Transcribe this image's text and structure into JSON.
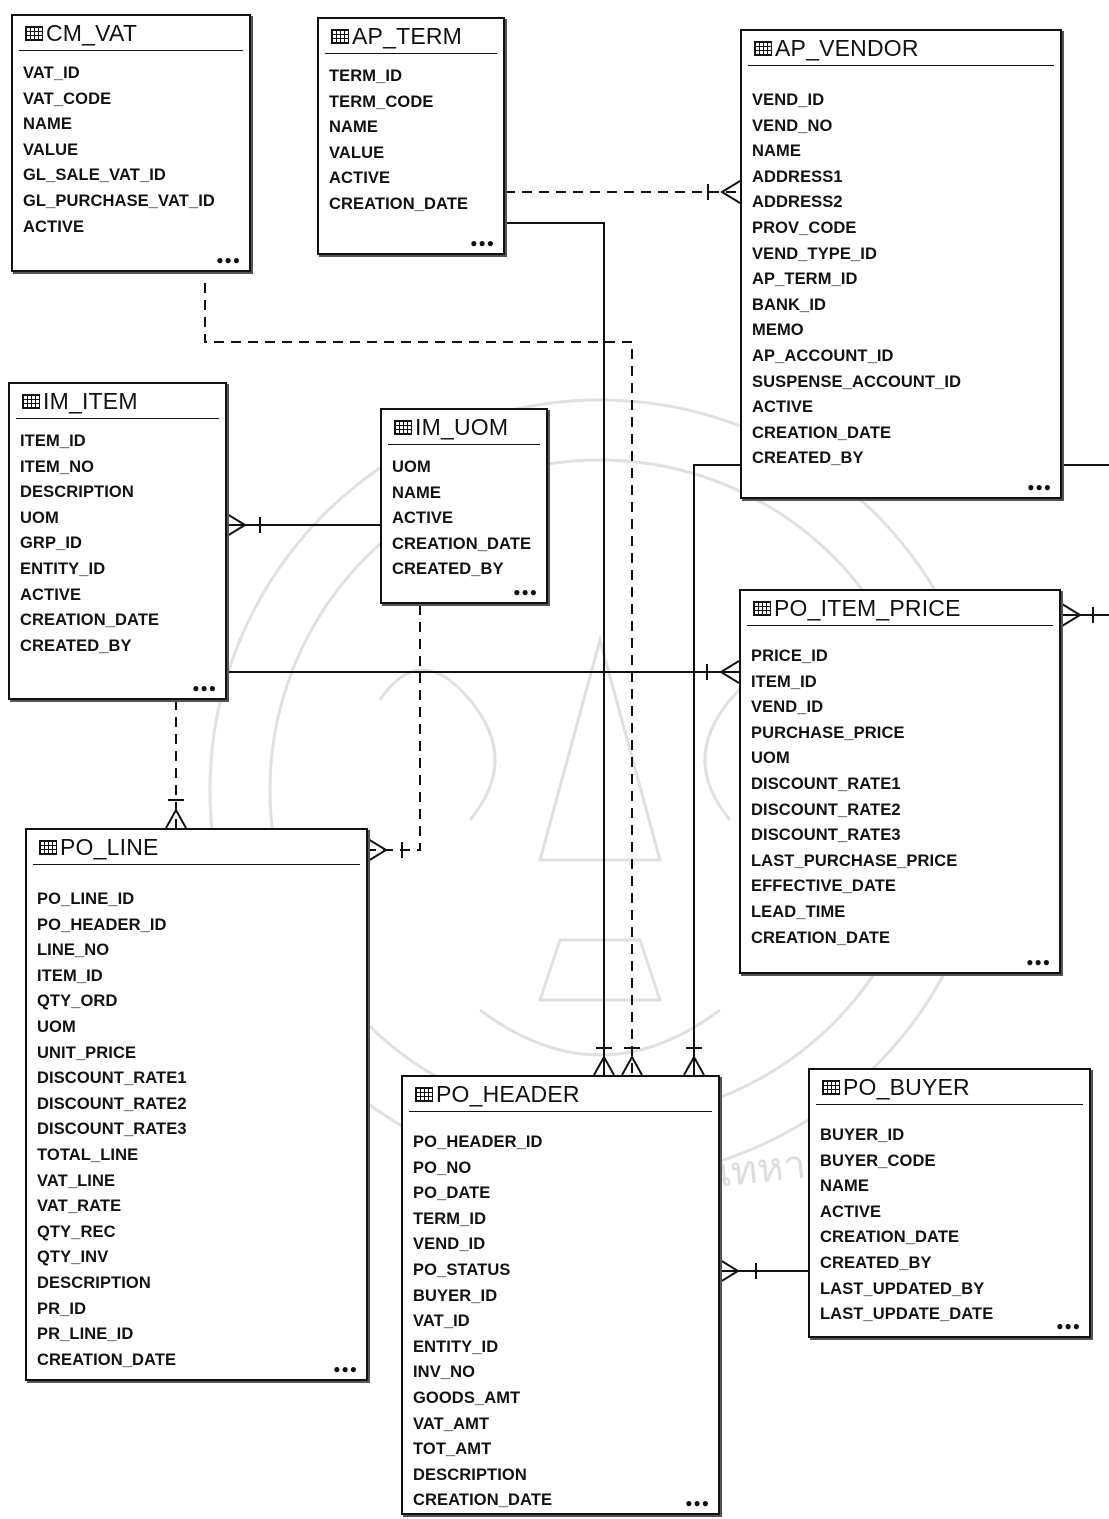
{
  "entities": {
    "cm_vat": {
      "title": "CM_VAT",
      "fields": [
        "VAT_ID",
        "VAT_CODE",
        "NAME",
        "VALUE",
        "GL_SALE_VAT_ID",
        "GL_PURCHASE_VAT_ID",
        "ACTIVE"
      ],
      "more": "●●●"
    },
    "ap_term": {
      "title": "AP_TERM",
      "fields": [
        "TERM_ID",
        "TERM_CODE",
        "NAME",
        "VALUE",
        "ACTIVE",
        "CREATION_DATE"
      ],
      "more": "●●●"
    },
    "ap_vendor": {
      "title": "AP_VENDOR",
      "fields": [
        "VEND_ID",
        "VEND_NO",
        "NAME",
        "ADDRESS1",
        "ADDRESS2",
        "PROV_CODE",
        "VEND_TYPE_ID",
        "AP_TERM_ID",
        "BANK_ID",
        "MEMO",
        "AP_ACCOUNT_ID",
        "SUSPENSE_ACCOUNT_ID",
        "ACTIVE",
        "CREATION_DATE",
        "CREATED_BY"
      ],
      "more": "●●●"
    },
    "im_item": {
      "title": "IM_ITEM",
      "fields": [
        "ITEM_ID",
        "ITEM_NO",
        "DESCRIPTION",
        "UOM",
        "GRP_ID",
        "ENTITY_ID",
        "ACTIVE",
        "CREATION_DATE",
        "CREATED_BY"
      ],
      "more": "●●●"
    },
    "im_uom": {
      "title": "IM_UOM",
      "fields": [
        "UOM",
        "NAME",
        "ACTIVE",
        "CREATION_DATE",
        "CREATED_BY"
      ],
      "more": "●●●"
    },
    "po_item_price": {
      "title": "PO_ITEM_PRICE",
      "fields": [
        "PRICE_ID",
        "ITEM_ID",
        "VEND_ID",
        "PURCHASE_PRICE",
        "UOM",
        "DISCOUNT_RATE1",
        "DISCOUNT_RATE2",
        "DISCOUNT_RATE3",
        "LAST_PURCHASE_PRICE",
        "EFFECTIVE_DATE",
        "LEAD_TIME",
        "CREATION_DATE"
      ],
      "more": "●●●"
    },
    "po_line": {
      "title": "PO_LINE",
      "fields": [
        "PO_LINE_ID",
        "PO_HEADER_ID",
        "LINE_NO",
        "ITEM_ID",
        "QTY_ORD",
        "UOM",
        "UNIT_PRICE",
        "DISCOUNT_RATE1",
        "DISCOUNT_RATE2",
        "DISCOUNT_RATE3",
        "TOTAL_LINE",
        "VAT_LINE",
        "VAT_RATE",
        "QTY_REC",
        "QTY_INV",
        "DESCRIPTION",
        "PR_ID",
        "PR_LINE_ID",
        "CREATION_DATE"
      ],
      "more": "●●●"
    },
    "po_header": {
      "title": "PO_HEADER",
      "fields": [
        "PO_HEADER_ID",
        "PO_NO",
        "PO_DATE",
        "TERM_ID",
        "VEND_ID",
        "PO_STATUS",
        "BUYER_ID",
        "VAT_ID",
        "ENTITY_ID",
        "INV_NO",
        "GOODS_AMT",
        "VAT_AMT",
        "TOT_AMT",
        "DESCRIPTION",
        "CREATION_DATE"
      ],
      "more": "●●●"
    },
    "po_buyer": {
      "title": "PO_BUYER",
      "fields": [
        "BUYER_ID",
        "BUYER_CODE",
        "NAME",
        "ACTIVE",
        "CREATION_DATE",
        "CREATED_BY",
        "LAST_UPDATED_BY",
        "LAST_UPDATE_DATE"
      ],
      "more": "●●●"
    }
  },
  "colors": {
    "line": "#111111",
    "watermark": "#c8c8c8"
  },
  "watermark": {
    "text": "จอมเกล้าเจ้าคุณทหาร"
  }
}
